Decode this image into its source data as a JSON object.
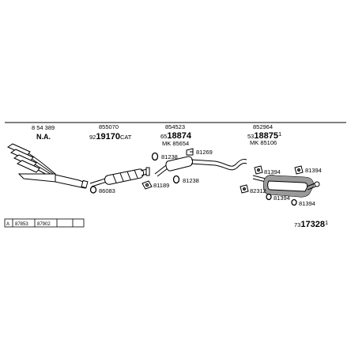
{
  "labels": {
    "manifold_code": "8 54 389",
    "manifold_name": "N.A.",
    "catalyst_code": "855070",
    "catalyst_part_prefix": "92",
    "catalyst_part_main": "19170",
    "catalyst_part_suffix": "CAT",
    "middle_code": "854523",
    "middle_part_prefix": "65",
    "middle_part_main": "18874",
    "middle_mk": "MK 85654",
    "rear_code": "852964",
    "rear_part_prefix": "53",
    "rear_part_main": "18875",
    "rear_part_sup": "1",
    "rear_mk": "MK 85106",
    "kit_prefix": "73",
    "kit_main": "17328",
    "kit_sup": "1"
  },
  "small_parts": [
    "81238",
    "81269",
    "81189",
    "81238",
    "86083",
    "81394",
    "81394",
    "82312",
    "81394",
    "81394"
  ],
  "legend_table": {
    "row_label": "A",
    "cells": [
      "87853",
      "87902",
      "",
      ""
    ]
  },
  "colors": {
    "line": "#000000",
    "part_fill": "#ffffff",
    "shade": "#9a9a9a"
  }
}
